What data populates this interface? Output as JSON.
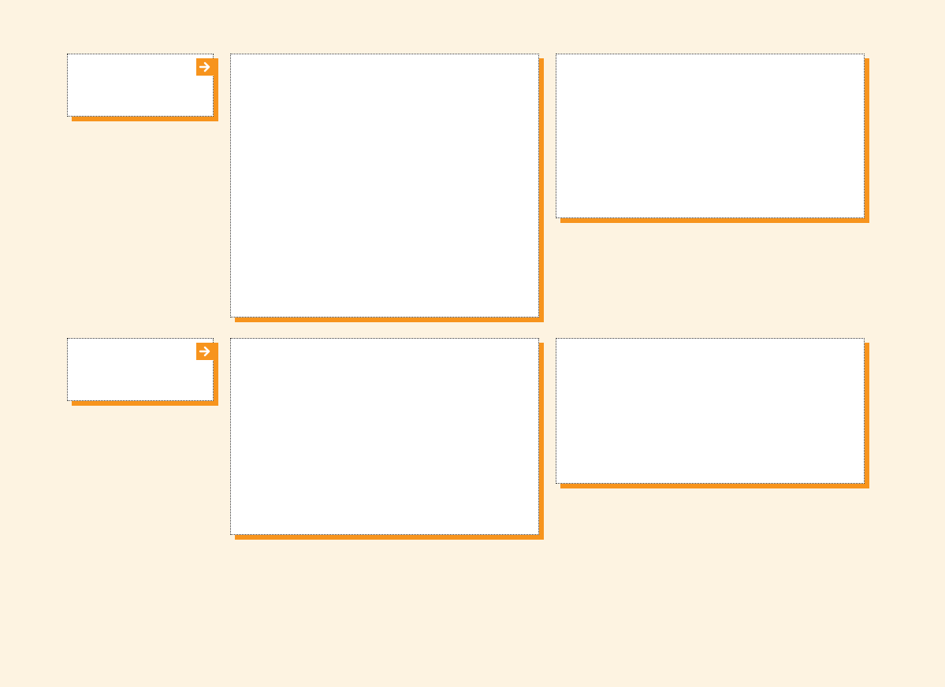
{
  "theme": {
    "background": "#fdf3e1",
    "card_background": "#ffffff",
    "accent": "#f7941d",
    "border": "#333333"
  },
  "rows": [
    {
      "nav_card": {
        "icon": "arrow-right-icon"
      },
      "panels": [
        {
          "name": "row-1-main-panel"
        },
        {
          "name": "row-1-side-panel"
        }
      ]
    },
    {
      "nav_card": {
        "icon": "arrow-right-icon"
      },
      "panels": [
        {
          "name": "row-2-main-panel"
        },
        {
          "name": "row-2-side-panel"
        }
      ]
    }
  ]
}
